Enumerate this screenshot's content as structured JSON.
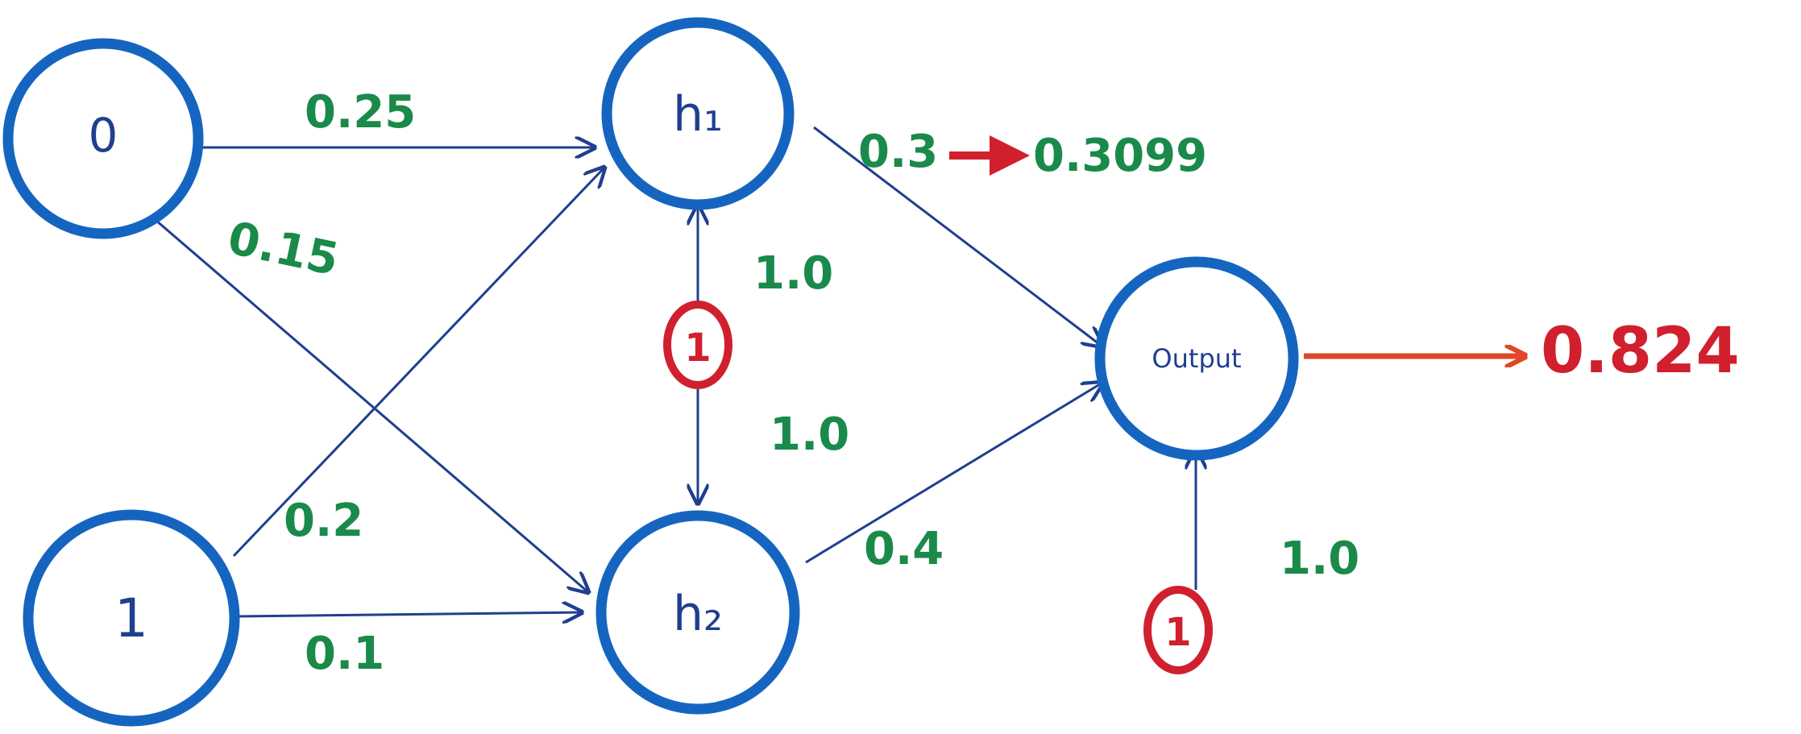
{
  "nodes": {
    "input_0": {
      "label": "0"
    },
    "input_1": {
      "label": "1"
    },
    "hidden_1": {
      "label": "h₁"
    },
    "hidden_2": {
      "label": "h₂"
    },
    "output": {
      "label": "Output"
    },
    "bias_hidden": {
      "label": "1"
    },
    "bias_output": {
      "label": "1"
    }
  },
  "weights": {
    "in0_h1": "0.25",
    "in0_h2": "0.15",
    "in1_h1": "0.2",
    "in1_h2": "0.1",
    "bias_h1": "1.0",
    "bias_h2": "1.0",
    "h1_out_old": "0.3",
    "h1_out_new": "0.3099",
    "h2_out": "0.4",
    "bias_out": "1.0"
  },
  "result": {
    "output_value": "0.824"
  },
  "colors": {
    "node_stroke": "#1565c0",
    "edge": "#1f3f8f",
    "weight_text": "#1a8a4a",
    "bias_node": "#d0202e",
    "output_arrow": "#e0462a",
    "highlight_text": "#d0202e"
  }
}
